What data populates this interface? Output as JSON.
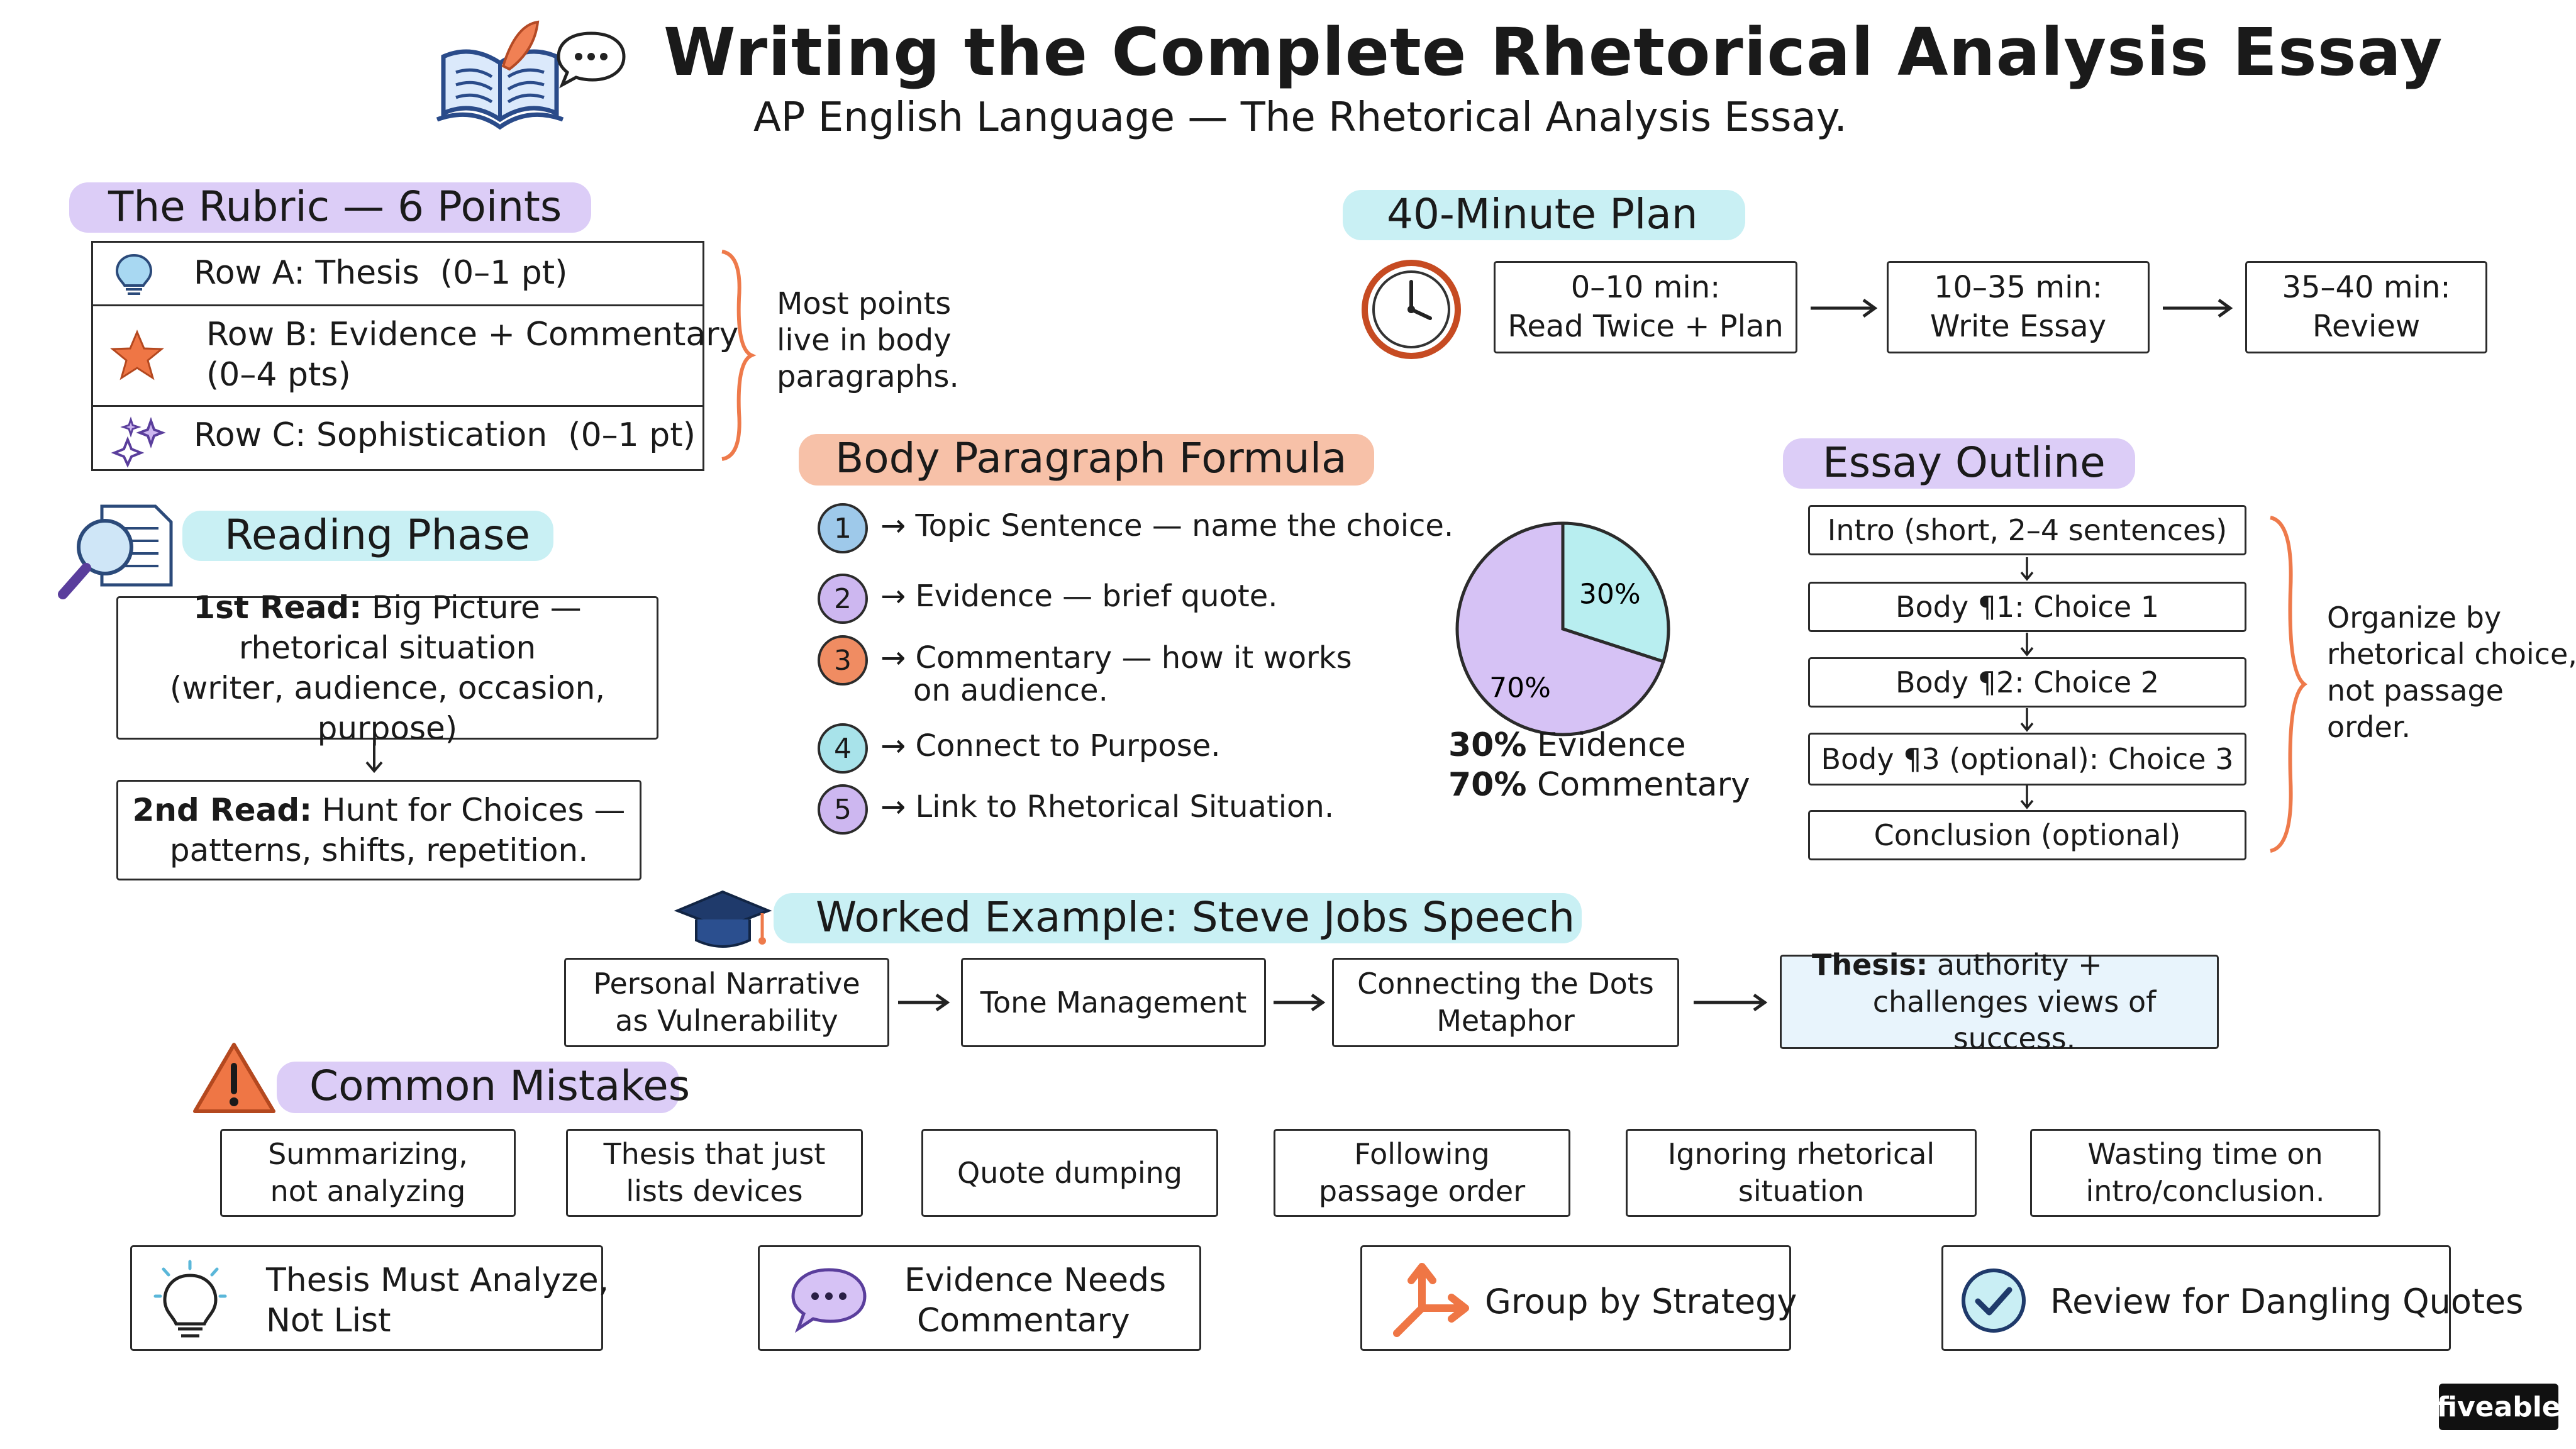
{
  "header": {
    "title": "Writing the Complete Rhetorical Analysis Essay",
    "subtitle": "AP English Language — The Rhetorical Analysis Essay."
  },
  "rubric": {
    "heading": "The Rubric — 6 Points",
    "rows": [
      {
        "label": "Row A: Thesis  (0–1 pt)",
        "icon": "lightbulb-icon"
      },
      {
        "line1": "Row B: Evidence + Commentary",
        "line2": "(0–4 pts)",
        "icon": "star-icon"
      },
      {
        "label": "Row C: Sophistication  (0–1 pt)",
        "icon": "sparkles-icon"
      }
    ],
    "note_line1": "Most points",
    "note_line2": "live in body",
    "note_line3": "paragraphs."
  },
  "plan": {
    "heading": "40-Minute Plan",
    "steps": [
      {
        "line1": "0–10 min:",
        "line2": "Read Twice + Plan"
      },
      {
        "line1": "10–35 min:",
        "line2": "Write Essay"
      },
      {
        "line1": "35–40 min:",
        "line2": "Review"
      }
    ]
  },
  "reading": {
    "heading": "Reading Phase",
    "first_bold": "1st Read:",
    "first_rest": " Big Picture —",
    "first_line2": "rhetorical situation",
    "first_line3": "(writer, audience, occasion, purpose)",
    "second_bold": "2nd Read:",
    "second_rest": " Hunt for Choices —",
    "second_line2": "patterns, shifts, repetition."
  },
  "formula": {
    "heading": "Body Paragraph Formula",
    "steps": [
      {
        "num": "1",
        "text": "→ Topic Sentence — name the choice.",
        "color": "#9ec9ea"
      },
      {
        "num": "2",
        "text": "→ Evidence — brief quote.",
        "color": "#cdb7f0"
      },
      {
        "num": "3",
        "text": "→ Commentary — how it works",
        "text2": "on audience.",
        "color": "#f08c62"
      },
      {
        "num": "4",
        "text": "→ Connect to Purpose.",
        "color": "#a8e3ea"
      },
      {
        "num": "5",
        "text": "→ Link to Rhetorical Situation.",
        "color": "#cdb7f0"
      }
    ]
  },
  "chart_data": {
    "type": "pie",
    "slices": [
      {
        "label": "Evidence",
        "value": 30,
        "color": "#b8eef0"
      },
      {
        "label": "Commentary",
        "value": 70,
        "color": "#d6c2f5"
      }
    ],
    "slice_labels": [
      "30%",
      "70%"
    ],
    "legend": [
      {
        "pct": "30%",
        "label": "Evidence"
      },
      {
        "pct": "70%",
        "label": "Commentary"
      }
    ]
  },
  "outline": {
    "heading": "Essay Outline",
    "items": [
      "Intro (short, 2–4 sentences)",
      "Body ¶1: Choice 1",
      "Body ¶2: Choice 2",
      "Body ¶3 (optional): Choice 3",
      "Conclusion (optional)"
    ],
    "note_line1": "Organize by",
    "note_line2": "rhetorical choice,",
    "note_line3": "not passage",
    "note_line4": "order."
  },
  "worked": {
    "heading": "Worked Example: Steve Jobs Speech",
    "steps": [
      {
        "line1": "Personal Narrative",
        "line2": "as Vulnerability"
      },
      {
        "line1": "Tone Management"
      },
      {
        "line1": "Connecting the Dots",
        "line2": "Metaphor"
      }
    ],
    "thesis_bold": "Thesis:",
    "thesis_rest": " authority +",
    "thesis_line2": "challenges views of success."
  },
  "mistakes": {
    "heading": "Common Mistakes",
    "items": [
      {
        "line1": "Summarizing,",
        "line2": "not analyzing"
      },
      {
        "line1": "Thesis that just",
        "line2": "lists devices"
      },
      {
        "line1": "Quote dumping"
      },
      {
        "line1": "Following",
        "line2": "passage order"
      },
      {
        "line1": "Ignoring rhetorical",
        "line2": "situation"
      },
      {
        "line1": "Wasting time on",
        "line2": "intro/conclusion."
      }
    ]
  },
  "tips": [
    {
      "line1": "Thesis Must Analyze,",
      "line2": "Not List",
      "icon": "lightbulb-icon"
    },
    {
      "line1": "Evidence Needs",
      "line2": "Commentary",
      "icon": "speech-bubble-icon"
    },
    {
      "line1": "Group by Strategy",
      "icon": "branch-arrows-icon"
    },
    {
      "line1": "Review for Dangling Quotes",
      "icon": "checkmark-icon"
    }
  ],
  "brand": "fiveable",
  "colors": {
    "lavender": "#dccdf7",
    "cyan": "#c9f0f4",
    "peach": "#f7c1a8",
    "orange": "#ee7a4b",
    "purple": "#b9a3ee"
  }
}
